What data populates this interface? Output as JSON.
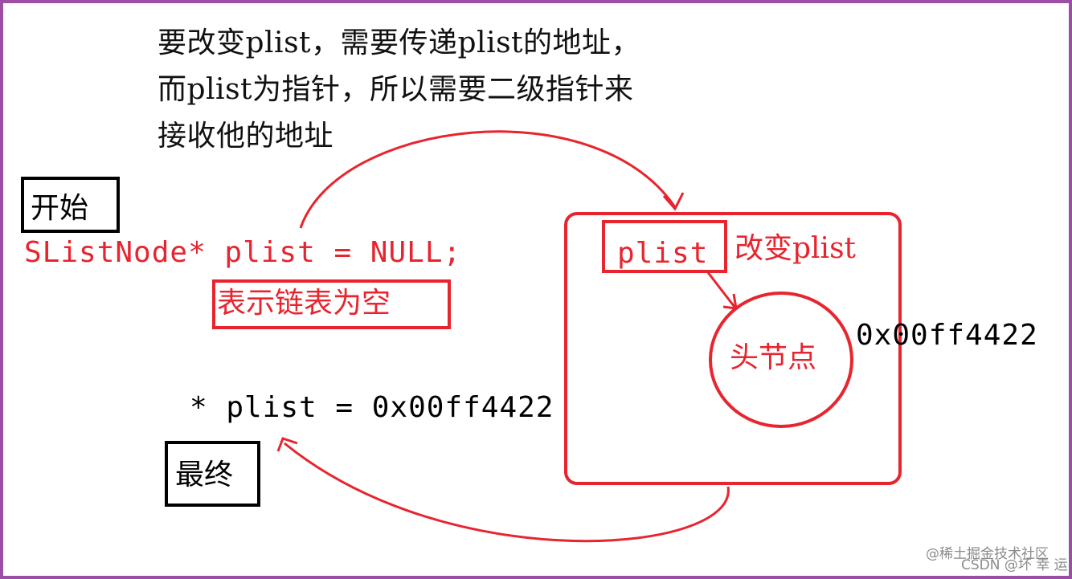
{
  "note": {
    "line1": "要改变plist，需要传递plist的地址，",
    "line2": "而plist为指针，所以需要二级指针来",
    "line3": "接收他的地址"
  },
  "start_label": "开始",
  "code_line": "SListNode* plist = NULL;",
  "empty_list_label": "表示链表为空",
  "deref_line": "* plist = 0x00ff4422",
  "final_label": "最终",
  "box": {
    "plist_label": "plist",
    "change_label": "改变plist",
    "head_node_label": "头节点",
    "address": "0x00ff4422"
  },
  "watermark": {
    "line1": "@稀土掘金技术社区",
    "line2": "CSDN @坏 幸 运"
  },
  "colors": {
    "frame": "#9a4fa5",
    "accent_red": "#e8242e",
    "text": "#000000"
  }
}
